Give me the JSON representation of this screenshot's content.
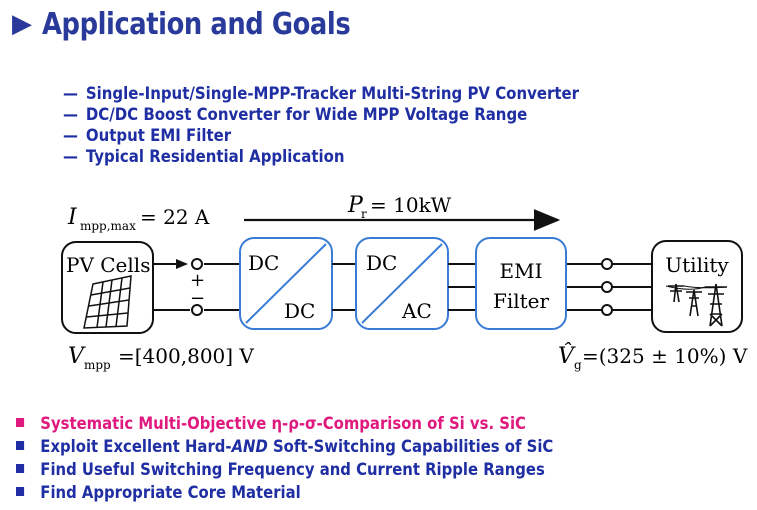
{
  "title": "Application and Goals",
  "goals": [
    "Single-Input/Single-MPP-Tracker Multi-String PV Converter",
    "DC/DC Boost Converter for Wide MPP Voltage Range",
    "Output EMI Filter",
    "Typical Residential Application"
  ],
  "diagram": {
    "i_mpp_label": "I",
    "i_mpp_sub": "mpp,max",
    "i_mpp_value": "= 22 A",
    "p_r_label": "P",
    "p_r_sub": "r",
    "p_r_value": "= 10kW",
    "pv_cells_label": "PV Cells",
    "plus": "+",
    "minus": "−",
    "dcdc_top": "DC",
    "dcdc_bottom": "DC",
    "dcac_top": "DC",
    "dcac_bottom": "AC",
    "emi_top": "EMI",
    "emi_bottom": "Filter",
    "utility_label": "Utility",
    "v_mpp_label": "V",
    "v_mpp_sub": "mpp",
    "v_mpp_value": "=[400,800] V",
    "v_g_label": "V̂",
    "v_g_sub": "g",
    "v_g_value": "=(325 ± 10%) V",
    "colors": {
      "block_stroke": "#3a7bd5",
      "wire": "#111111"
    }
  },
  "bullets": [
    {
      "text": "Systematic Multi-Objective η-ρ-σ-Comparison of Si vs. SiC",
      "highlight": true
    },
    {
      "text_a": "Exploit Excellent Hard-",
      "text_em": "AND",
      "text_b": " Soft-Switching Capabilities of SiC",
      "highlight": false
    },
    {
      "text": "Find Useful Switching Frequency and Current Ripple Ranges",
      "highlight": false
    },
    {
      "text": "Find Appropriate Core Material",
      "highlight": false
    }
  ],
  "colors": {
    "title": "#2a3a9a",
    "text": "#1f2fa3",
    "highlight": "#e0197f"
  }
}
